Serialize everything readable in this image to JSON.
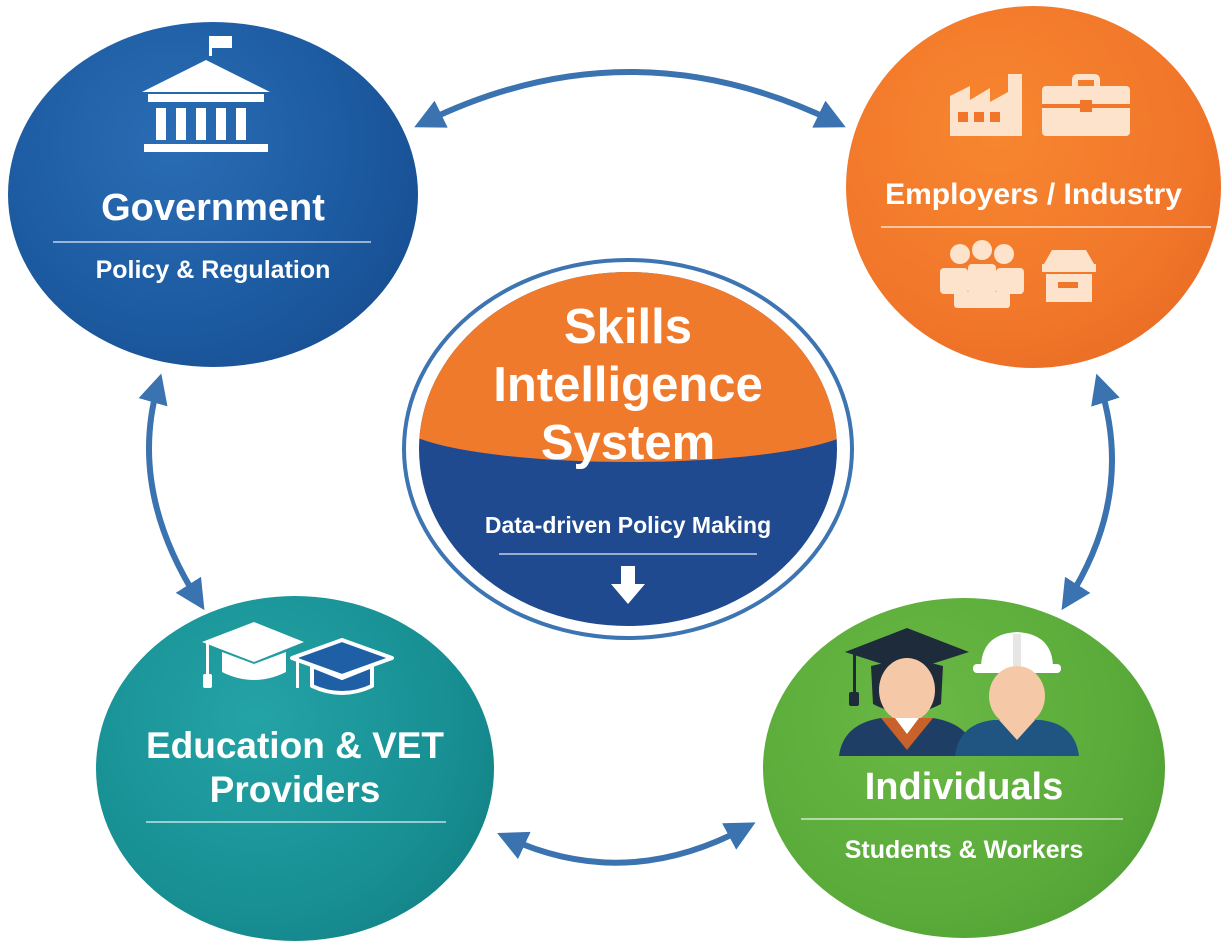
{
  "center": {
    "title_line1": "Skills",
    "title_line2": "Intelligence",
    "title_line3": "System",
    "subtitle": "Data-driven Policy Making",
    "icon": "down-arrow-icon"
  },
  "nodes": {
    "government": {
      "title": "Government",
      "subtitle": "Policy & Regulation",
      "icon": "government-building-icon",
      "color": "#1c5aa0"
    },
    "employers": {
      "title": "Employers / Industry",
      "icons": [
        "factory-icon",
        "briefcase-icon",
        "people-group-icon",
        "storefront-icon"
      ],
      "color": "#f1762a"
    },
    "education": {
      "title_line1": "Education & VET",
      "title_line2": "Providers",
      "icons": [
        "graduation-cap-icon",
        "graduation-cap-blue-icon"
      ],
      "color": "#178f93"
    },
    "individuals": {
      "title": "Individuals",
      "subtitle": "Students & Workers",
      "icons": [
        "student-avatar-icon",
        "worker-avatar-icon"
      ],
      "color": "#5aab3a"
    }
  },
  "connectors": {
    "color": "#3a73b0",
    "pairs": [
      "government-employers",
      "employers-individuals",
      "individuals-education",
      "education-government"
    ]
  }
}
